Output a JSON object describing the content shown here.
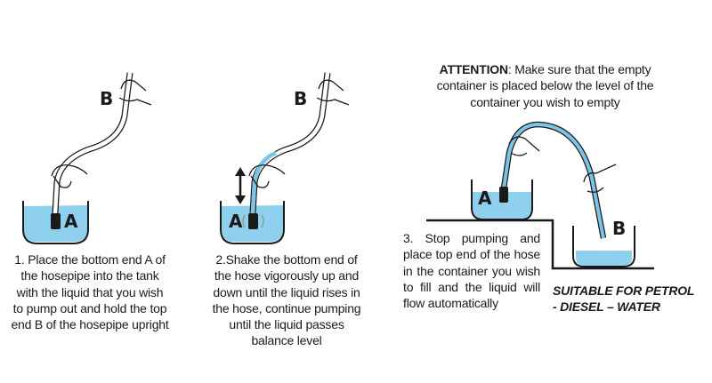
{
  "labels": {
    "a": "A",
    "b": "B"
  },
  "steps": [
    {
      "text": "1. Place the bottom end A of the hosepipe into the tank with the liquid that you wish to pump out and hold the top end B of the hosepipe upright"
    },
    {
      "text": "2.Shake the bottom end of the hose vigorously up and down until the liquid rises in the hose, continue pumping until the liquid passes balance level"
    },
    {
      "text": "3. Stop pumping and place top end of the hose in the container you wish to fill and the liquid will flow automatically"
    }
  ],
  "attention": {
    "heading": "ATTENTION",
    "text": ": Make sure that the empty container is placed below the level of the container you wish to empty"
  },
  "suitable": {
    "line1": "SUITABLE FOR PETROL",
    "line2": "- DIESEL – WATER"
  },
  "colors": {
    "water": "#8fd0ef",
    "hose": "#7cc4e6",
    "ink": "#1a1a1a"
  }
}
